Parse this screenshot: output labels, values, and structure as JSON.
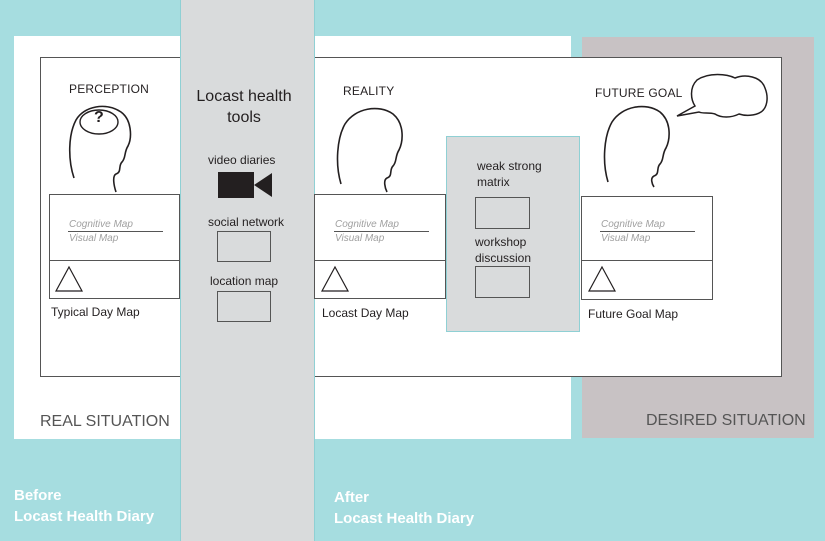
{
  "tools": {
    "title_line1": "Locast health",
    "title_line2": "tools",
    "video_diaries": "video diaries",
    "social_network": "social network",
    "location_map": "location map"
  },
  "perception": {
    "heading": "PERCEPTION",
    "question": "?",
    "cognitive_map": "Cognitive Map",
    "visual_map": "Visual Map",
    "caption": "Typical Day Map"
  },
  "reality": {
    "heading": "REALITY",
    "cognitive_map": "Cognitive Map",
    "visual_map": "Visual Map",
    "caption": "Locast Day Map"
  },
  "middle": {
    "line1": "weak strong",
    "line2": "matrix",
    "line3": "workshop",
    "line4": "discussion"
  },
  "future": {
    "heading": "FUTURE GOAL",
    "cognitive_map": "Cognitive Map",
    "visual_map": "Visual Map",
    "caption": "Future Goal Map"
  },
  "situations": {
    "real": "REAL SITUATION",
    "desired": "DESIRED SITUATION"
  },
  "bottom": {
    "before_line1": "Before",
    "before_line2": "Locast Health Diary",
    "after_line1": "After",
    "after_line2": "Locast Health Diary"
  }
}
